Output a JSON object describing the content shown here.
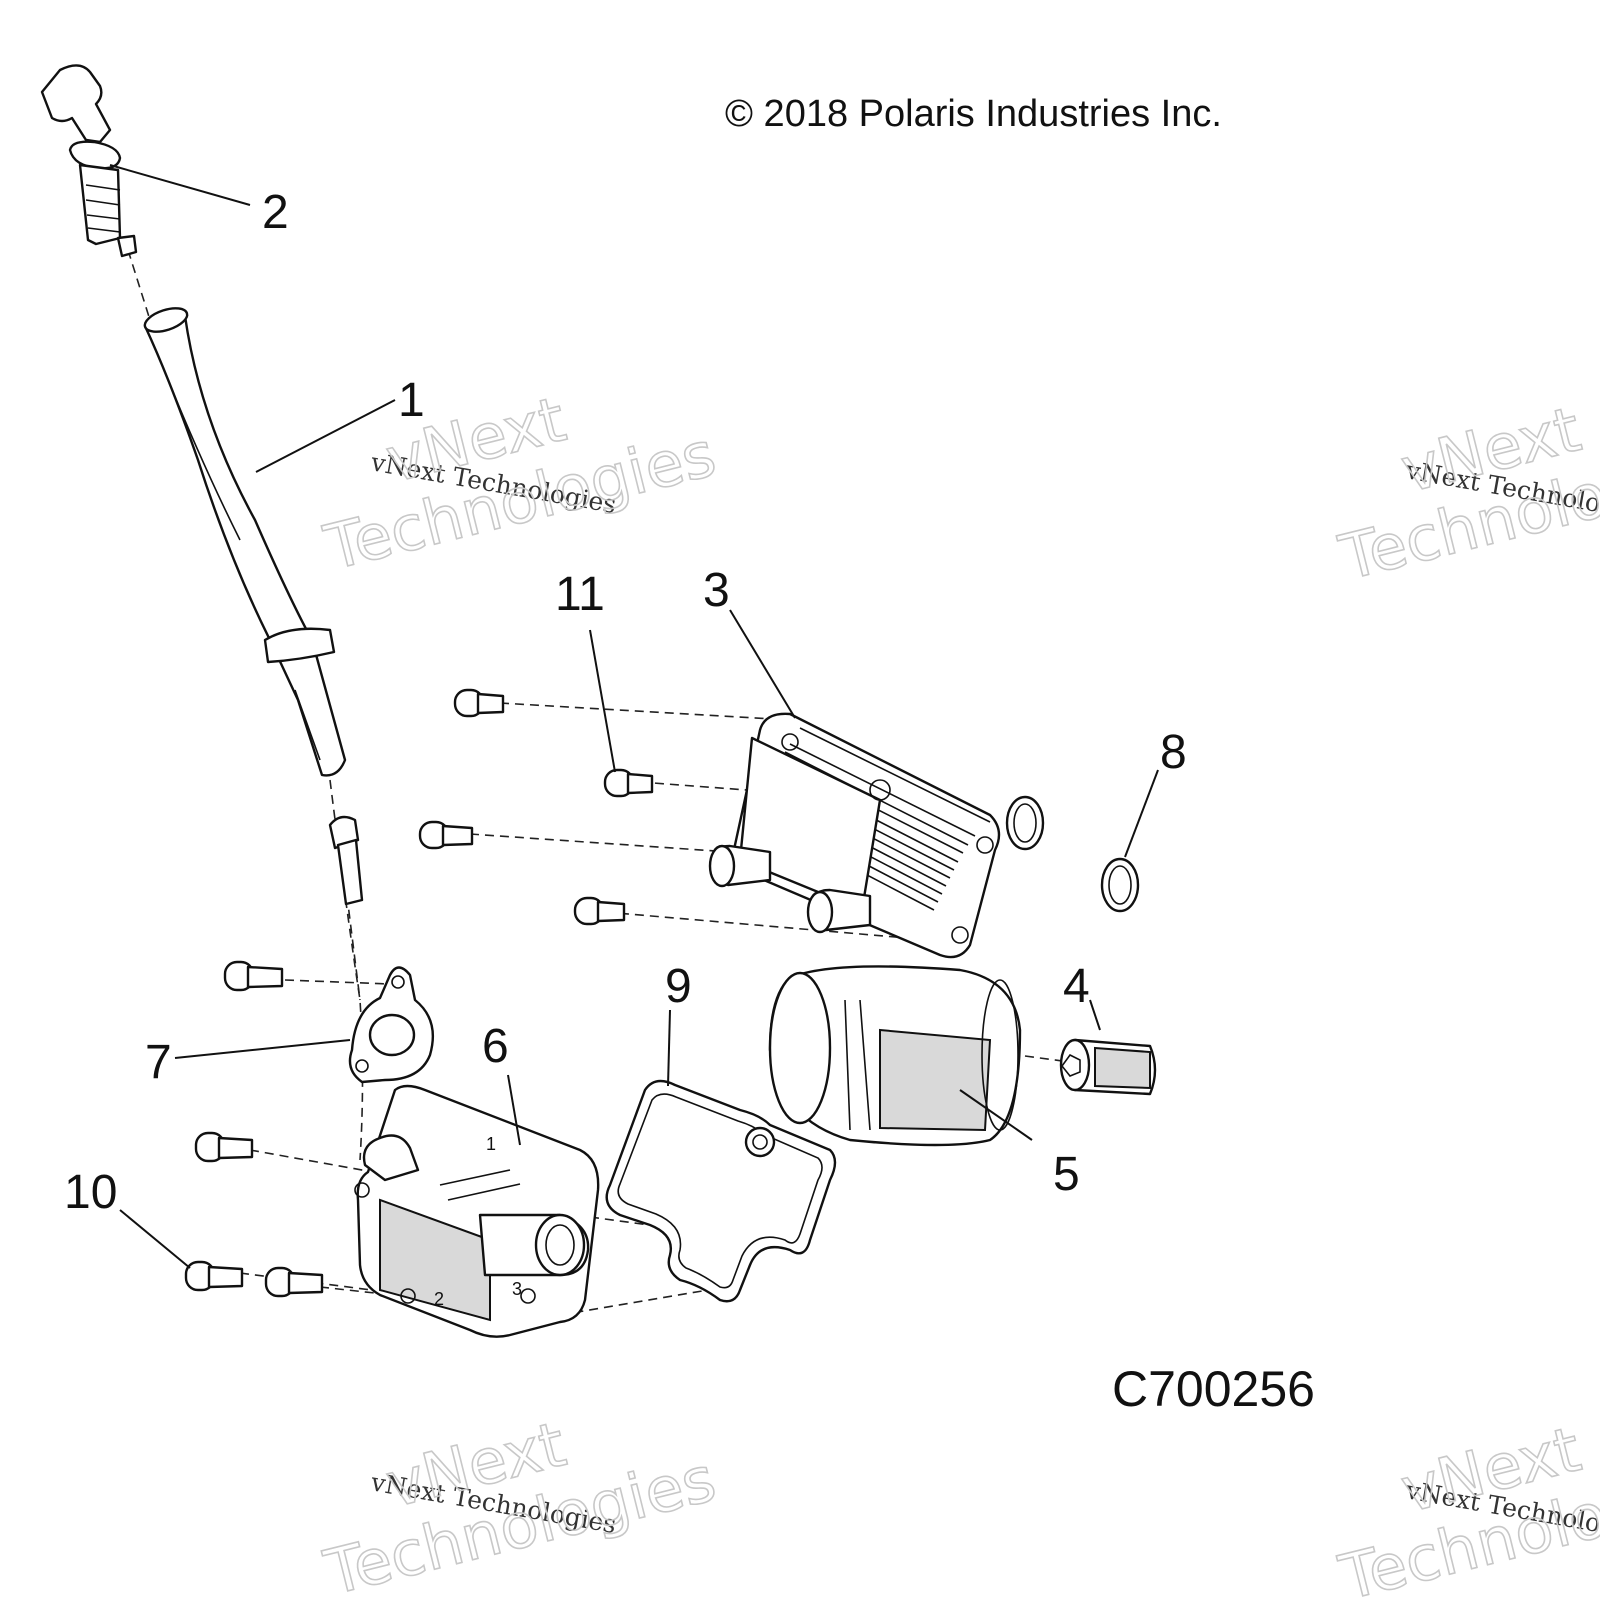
{
  "copyright": "© 2018 Polaris Industries Inc.",
  "diagram_code": "C700256",
  "callouts": [
    "1",
    "2",
    "3",
    "4",
    "5",
    "6",
    "7",
    "8",
    "9",
    "10",
    "11"
  ],
  "watermark": {
    "line_small": "vNext Technologies",
    "line_big_1": "vNext",
    "line_big_2": "Technologies"
  },
  "part_markings": [
    "1",
    "2",
    "3"
  ]
}
